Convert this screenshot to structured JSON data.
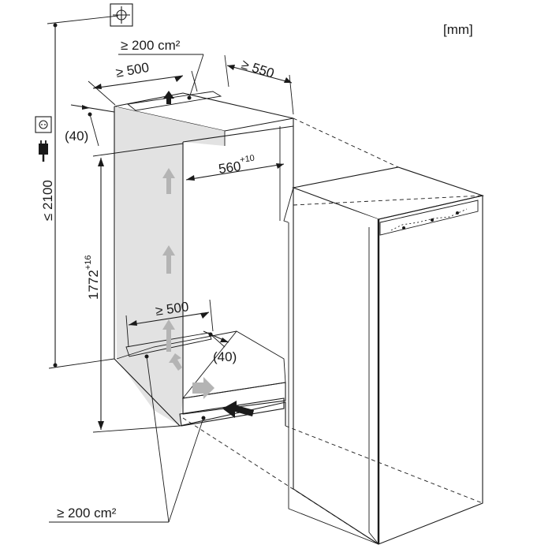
{
  "units": "[mm]",
  "labels": {
    "top_vent_area": "≥ 200 cm²",
    "top_depth_min": "≥ 500",
    "side_depth_min": "≥ 550",
    "top_offset": "(40)",
    "total_height_max": "≤ 2100",
    "inner_width": "560",
    "inner_width_tol": "+10",
    "niche_height": "1772",
    "niche_height_tol": "+16",
    "bottom_depth_min": "≥ 500",
    "bottom_offset": "(40)",
    "bottom_vent_area": "≥ 200 cm²"
  },
  "icons": [
    "earth-ground-icon",
    "power-socket-icon",
    "power-plug-icon",
    "airflow-arrow-icon",
    "control-panel-icon"
  ],
  "colors": {
    "line": "#1a1a1a",
    "cabinet_fill": "#e6e6e6",
    "airflow": "#b4b4b4",
    "vent": "#d0d0d0"
  }
}
